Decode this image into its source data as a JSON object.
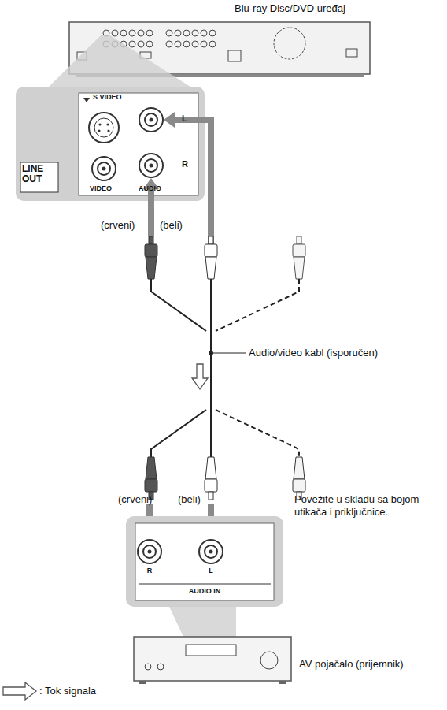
{
  "diagram": {
    "nodes": [
      {
        "text": [
          "Blu-ray Disc/DVD uređaj"
        ]
      },
      {
        "text": [
          "S VIDEO",
          "L",
          "R",
          "LINE OUT",
          "VIDEO",
          "AUDIO"
        ]
      },
      {
        "text": [
          "R",
          "L",
          "AUDIO IN"
        ]
      },
      {
        "text": [
          "AV pojačalo (prijemnik)"
        ]
      }
    ],
    "labels": [
      "(crveni)",
      "(beli)",
      "(crveni)",
      "(beli)",
      "Audio/video kabl (isporučen)",
      "Povežite u skladu sa bojom utikača i priključnice."
    ],
    "legend": [
      {
        "text": ": Tok signala"
      }
    ]
  }
}
